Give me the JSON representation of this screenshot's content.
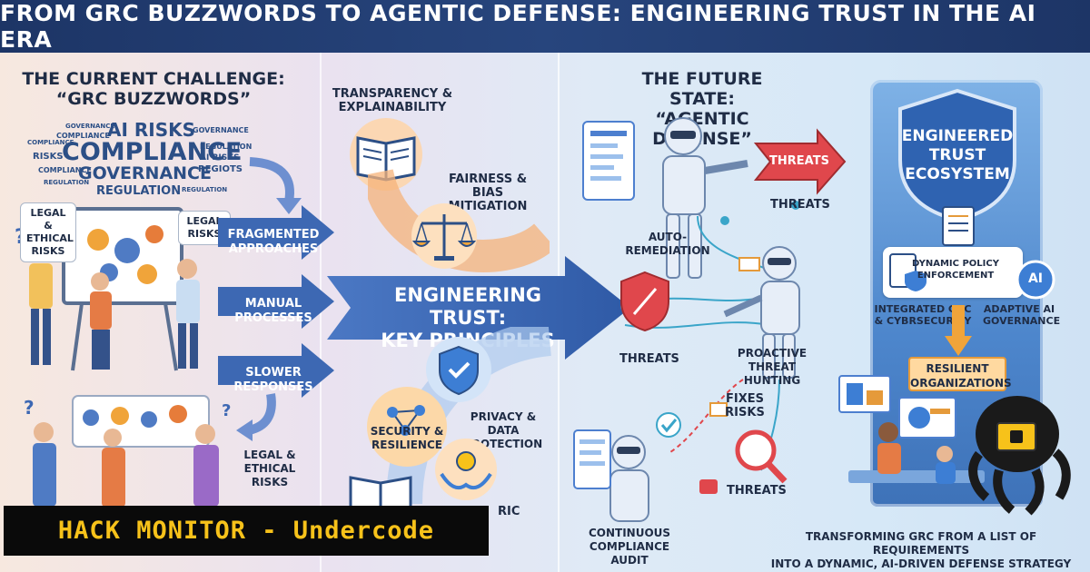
{
  "title": "FROM GRC BUZZWORDS TO AGENTIC DEFENSE: ENGINEERING TRUST IN THE AI ERA",
  "left_panel": {
    "heading_line1": "THE CURRENT CHALLENGE:",
    "heading_line2": "“GRC BUZZWORDS”",
    "word_cloud": [
      "AI RISKS",
      "COMPLIANCE",
      "GOVERNANCE",
      "REGULATION",
      "GOVERNANCE",
      "COMPLIANCE",
      "RISKS",
      "REGULATION",
      "REGIOTS",
      "AI RISKS",
      "COMPLIANCE",
      "GOVERNANCE",
      "REGULATION",
      "REGULATION",
      "COMPLIANCE"
    ],
    "bubble_legal_ethical_top": "LEGAL &\nETHICAL\nRISKS",
    "bubble_legal_top": "LEGAL\nRISKS",
    "bubble_legal_ethical_bottom": "LEGAL &\nETHICAL\nRISKS",
    "arrows": [
      "FRAGMENTED\nAPPROACHES",
      "MANUAL\nPROCESSES",
      "SLOWER\nRESPONSES"
    ]
  },
  "middle_panel": {
    "transparency": "TRANSPARENCY &\nEXPLAINABILITY",
    "fairness": "FAIRNESS &\nBIAS MITIGATION",
    "center_line1": "ENGINEERING TRUST:",
    "center_line2": "KEY PRINCIPLES",
    "privacy": "PRIVACY & DATA\nPROTECTION",
    "security": "SECURITY &\nRESILIENCE",
    "partial": "RIC"
  },
  "right_panel": {
    "heading_line1": "THE FUTURE STATE:",
    "heading_line2": "“AGENTIC DEFENSE”",
    "threats_arrow": "THREATS",
    "threats_1": "THREATS",
    "auto_remediation": "AUTO-REMEDIATION",
    "threats_2": "THREATS",
    "proactive": "PROACTIVE\nTHREAT HUNTING",
    "fixes": "FIXES\nRISKS",
    "threats_3": "THREATS",
    "continuous": "CONTINUOUS\nCOMPLIANCE AUDIT",
    "ai_badge": "AI"
  },
  "tower": {
    "ecosystem": "ENGINEERED\nTRUST\nECOSYSTEM",
    "dynamic_policy": "DYNAMIC POLICY\nENFORCEMENT",
    "integrated": "INTEGRATED GRC\n& CYBRSECURITY",
    "adaptive": "ADAPTIVE AI\nGOVERNANCE",
    "resilient": "RESILIENT\nORGANIZATIONS"
  },
  "footer_caption": "TRANSFORMING GRC FROM A LIST OF REQUIREMENTS\nINTO A DYNAMIC, AI-DRIVEN DEFENSE STRATEGY",
  "watermark": "HACK MONITOR - Undercode",
  "colors": {
    "navy": "#1d3566",
    "arrow_blue": "#3d68b3",
    "threat_red": "#e0474c",
    "accent_orange": "#e59a3a",
    "watermark_yellow": "#f7c21a"
  }
}
